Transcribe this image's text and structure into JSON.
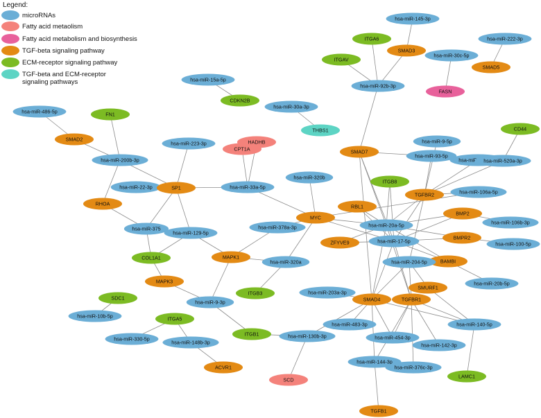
{
  "legend": {
    "title": "Legend:",
    "items": [
      {
        "label": "microRNAs",
        "cat": "mirna"
      },
      {
        "label": "Fatty acid metaolism",
        "cat": "fa"
      },
      {
        "label": "Fatty acid metabolism and biosynthesis",
        "cat": "fab"
      },
      {
        "label": "TGF-beta signaling pathway",
        "cat": "tgf"
      },
      {
        "label": "ECM-receptor signaling pathway",
        "cat": "ecm"
      },
      {
        "label": "TGF-beta and ECM-receptor",
        "label2": "signaling pathways",
        "cat": "both"
      }
    ]
  },
  "colors": {
    "mirna": "#6baed6",
    "fa": "#f4827b",
    "fab": "#e8619b",
    "tgf": "#e38a14",
    "ecm": "#7cbb23",
    "both": "#5dd4c4"
  },
  "nodes": [
    {
      "id": "hsa-miR-145-3p",
      "cat": "mirna"
    },
    {
      "id": "ITGA6",
      "cat": "ecm"
    },
    {
      "id": "SMAD3",
      "cat": "tgf"
    },
    {
      "id": "hsa-miR-30c-5p",
      "cat": "mirna"
    },
    {
      "id": "hsa-miR-222-3p",
      "cat": "mirna"
    },
    {
      "id": "SMAD5",
      "cat": "tgf"
    },
    {
      "id": "ITGAV",
      "cat": "ecm"
    },
    {
      "id": "hsa-miR-92b-3p",
      "cat": "mirna"
    },
    {
      "id": "FASN",
      "cat": "fab"
    },
    {
      "id": "hsa-miR-15a-5p",
      "cat": "mirna"
    },
    {
      "id": "CDKN2B",
      "cat": "ecm"
    },
    {
      "id": "hsa-miR-30a-3p",
      "cat": "mirna"
    },
    {
      "id": "THBS1",
      "cat": "both"
    },
    {
      "id": "hsa-miR-486-5p",
      "cat": "mirna"
    },
    {
      "id": "FN1",
      "cat": "ecm"
    },
    {
      "id": "SMAD2",
      "cat": "tgf"
    },
    {
      "id": "hsa-miR-223-3p",
      "cat": "mirna"
    },
    {
      "id": "CPT1A",
      "cat": "fa"
    },
    {
      "id": "HADHB",
      "cat": "fa"
    },
    {
      "id": "hsa-miR-200b-3p",
      "cat": "mirna"
    },
    {
      "id": "hsa-miR-22-3p",
      "cat": "mirna"
    },
    {
      "id": "SP1",
      "cat": "tgf"
    },
    {
      "id": "hsa-miR-33a-5p",
      "cat": "mirna"
    },
    {
      "id": "RHOA",
      "cat": "tgf"
    },
    {
      "id": "hsa-miR-375",
      "cat": "mirna"
    },
    {
      "id": "hsa-miR-129-5p",
      "cat": "mirna"
    },
    {
      "id": "COL1A1",
      "cat": "ecm"
    },
    {
      "id": "MAPK3",
      "cat": "tgf"
    },
    {
      "id": "MAPK1",
      "cat": "tgf"
    },
    {
      "id": "hsa-miR-9-3p",
      "cat": "mirna"
    },
    {
      "id": "SDC1",
      "cat": "ecm"
    },
    {
      "id": "hsa-miR-10b-5p",
      "cat": "mirna"
    },
    {
      "id": "ITGA5",
      "cat": "ecm"
    },
    {
      "id": "hsa-miR-330-5p",
      "cat": "mirna"
    },
    {
      "id": "hsa-miR-148b-3p",
      "cat": "mirna"
    },
    {
      "id": "ACVR1",
      "cat": "tgf"
    },
    {
      "id": "hsa-miR-320b",
      "cat": "mirna"
    },
    {
      "id": "MYC",
      "cat": "tgf"
    },
    {
      "id": "hsa-miR-378a-3p",
      "cat": "mirna"
    },
    {
      "id": "hsa-miR-320a",
      "cat": "mirna"
    },
    {
      "id": "ITGB3",
      "cat": "ecm"
    },
    {
      "id": "ITGB1",
      "cat": "ecm"
    },
    {
      "id": "hsa-miR-130b-3p",
      "cat": "mirna"
    },
    {
      "id": "SCD",
      "cat": "fa"
    },
    {
      "id": "SMAD7",
      "cat": "tgf"
    },
    {
      "id": "hsa-miR-93-5p",
      "cat": "mirna"
    },
    {
      "id": "hsa-miR-9-5p",
      "cat": "mirna"
    },
    {
      "id": "hsa-miR-196a-5p",
      "cat": "mirna"
    },
    {
      "id": "CD44",
      "cat": "ecm"
    },
    {
      "id": "hsa-miR-520a-3p",
      "cat": "mirna"
    },
    {
      "id": "ITGB8",
      "cat": "ecm"
    },
    {
      "id": "TGFBR2",
      "cat": "tgf"
    },
    {
      "id": "hsa-miR-106a-5p",
      "cat": "mirna"
    },
    {
      "id": "RBL1",
      "cat": "tgf"
    },
    {
      "id": "BMP2",
      "cat": "tgf"
    },
    {
      "id": "hsa-miR-106b-3p",
      "cat": "mirna"
    },
    {
      "id": "hsa-miR-20a-5p",
      "cat": "mirna"
    },
    {
      "id": "ZFYVE9",
      "cat": "tgf"
    },
    {
      "id": "hsa-miR-17-5p",
      "cat": "mirna"
    },
    {
      "id": "BMPR2",
      "cat": "tgf"
    },
    {
      "id": "hsa-miR-100-5p",
      "cat": "mirna"
    },
    {
      "id": "BAMBI",
      "cat": "tgf"
    },
    {
      "id": "hsa-miR-204-5p",
      "cat": "mirna"
    },
    {
      "id": "hsa-miR-20b-5p",
      "cat": "mirna"
    },
    {
      "id": "SMURF1",
      "cat": "tgf"
    },
    {
      "id": "hsa-miR-203a-3p",
      "cat": "mirna"
    },
    {
      "id": "SMAD4",
      "cat": "tgf"
    },
    {
      "id": "TGFBR1",
      "cat": "tgf"
    },
    {
      "id": "hsa-miR-140-5p",
      "cat": "mirna"
    },
    {
      "id": "hsa-miR-483-3p",
      "cat": "mirna"
    },
    {
      "id": "hsa-miR-454-3p",
      "cat": "mirna"
    },
    {
      "id": "hsa-miR-142-3p",
      "cat": "mirna"
    },
    {
      "id": "hsa-miR-144-3p",
      "cat": "mirna"
    },
    {
      "id": "hsa-miR-376c-3p",
      "cat": "mirna"
    },
    {
      "id": "LAMC1",
      "cat": "ecm"
    },
    {
      "id": "TGFB1",
      "cat": "tgf"
    }
  ],
  "edges": [
    [
      "ITGA6",
      "hsa-miR-92b-3p"
    ],
    [
      "ITGAV",
      "hsa-miR-92b-3p"
    ],
    [
      "SMAD3",
      "hsa-miR-92b-3p"
    ],
    [
      "hsa-miR-145-3p",
      "SMAD3"
    ],
    [
      "hsa-miR-92b-3p",
      "SMAD7"
    ],
    [
      "hsa-miR-30c-5p",
      "FASN"
    ],
    [
      "hsa-miR-222-3p",
      "SMAD5"
    ],
    [
      "hsa-miR-15a-5p",
      "CDKN2B"
    ],
    [
      "hsa-miR-30a-3p",
      "THBS1"
    ],
    [
      "hsa-miR-486-5p",
      "SMAD2"
    ],
    [
      "SMAD2",
      "hsa-miR-200b-3p"
    ],
    [
      "FN1",
      "hsa-miR-200b-3p"
    ],
    [
      "hsa-miR-200b-3p",
      "SP1"
    ],
    [
      "hsa-miR-200b-3p",
      "RHOA"
    ],
    [
      "hsa-miR-223-3p",
      "SP1"
    ],
    [
      "hsa-miR-22-3p",
      "SP1"
    ],
    [
      "SP1",
      "hsa-miR-33a-5p"
    ],
    [
      "SP1",
      "hsa-miR-375"
    ],
    [
      "SP1",
      "hsa-miR-129-5p"
    ],
    [
      "CPT1A",
      "hsa-miR-33a-5p"
    ],
    [
      "HADHB",
      "hsa-miR-33a-5p"
    ],
    [
      "hsa-miR-33a-5p",
      "MYC"
    ],
    [
      "RHOA",
      "hsa-miR-375"
    ],
    [
      "hsa-miR-375",
      "COL1A1"
    ],
    [
      "hsa-miR-129-5p",
      "COL1A1"
    ],
    [
      "hsa-miR-129-5p",
      "MAPK1"
    ],
    [
      "COL1A1",
      "MAPK3"
    ],
    [
      "MAPK3",
      "hsa-miR-9-3p"
    ],
    [
      "MAPK1",
      "hsa-miR-9-3p"
    ],
    [
      "MAPK1",
      "hsa-miR-378a-3p"
    ],
    [
      "MAPK1",
      "hsa-miR-320a"
    ],
    [
      "hsa-miR-9-3p",
      "ITGB1"
    ],
    [
      "SDC1",
      "hsa-miR-10b-5p"
    ],
    [
      "ITGA5",
      "hsa-miR-330-5p"
    ],
    [
      "ITGA5",
      "hsa-miR-148b-3p"
    ],
    [
      "hsa-miR-148b-3p",
      "ACVR1"
    ],
    [
      "hsa-miR-320b",
      "MYC"
    ],
    [
      "hsa-miR-378a-3p",
      "MYC"
    ],
    [
      "hsa-miR-320a",
      "MYC"
    ],
    [
      "hsa-miR-320a",
      "ITGB3"
    ],
    [
      "MYC",
      "hsa-miR-20a-5p"
    ],
    [
      "MYC",
      "hsa-miR-17-5p"
    ],
    [
      "MYC",
      "hsa-miR-106a-5p"
    ],
    [
      "ITGB1",
      "hsa-miR-130b-3p"
    ],
    [
      "hsa-miR-130b-3p",
      "SCD"
    ],
    [
      "hsa-miR-130b-3p",
      "SMAD4"
    ],
    [
      "SMAD7",
      "hsa-miR-93-5p"
    ],
    [
      "SMAD7",
      "hsa-miR-20a-5p"
    ],
    [
      "SMAD7",
      "hsa-miR-17-5p"
    ],
    [
      "SMAD7",
      "SMAD4"
    ],
    [
      "hsa-miR-93-5p",
      "TGFBR2"
    ],
    [
      "hsa-miR-9-5p",
      "TGFBR2"
    ],
    [
      "hsa-miR-196a-5p",
      "TGFBR2"
    ],
    [
      "hsa-miR-520a-3p",
      "TGFBR2"
    ],
    [
      "CD44",
      "hsa-miR-520a-3p"
    ],
    [
      "ITGB8",
      "hsa-miR-20a-5p"
    ],
    [
      "ITGB8",
      "hsa-miR-17-5p"
    ],
    [
      "TGFBR2",
      "hsa-miR-106a-5p"
    ],
    [
      "TGFBR2",
      "hsa-miR-20a-5p"
    ],
    [
      "TGFBR2",
      "hsa-miR-17-5p"
    ],
    [
      "TGFBR2",
      "hsa-miR-204-5p"
    ],
    [
      "RBL1",
      "hsa-miR-20a-5p"
    ],
    [
      "RBL1",
      "hsa-miR-17-5p"
    ],
    [
      "hsa-miR-20a-5p",
      "ZFYVE9"
    ],
    [
      "hsa-miR-17-5p",
      "ZFYVE9"
    ],
    [
      "hsa-miR-20a-5p",
      "BMP2"
    ],
    [
      "hsa-miR-17-5p",
      "BMP2"
    ],
    [
      "BMP2",
      "hsa-miR-106b-3p"
    ],
    [
      "hsa-miR-20a-5p",
      "BMPR2"
    ],
    [
      "hsa-miR-17-5p",
      "BMPR2"
    ],
    [
      "BMPR2",
      "hsa-miR-100-5p"
    ],
    [
      "hsa-miR-20a-5p",
      "BAMBI"
    ],
    [
      "hsa-miR-17-5p",
      "BAMBI"
    ],
    [
      "BAMBI",
      "hsa-miR-20b-5p"
    ],
    [
      "hsa-miR-20a-5p",
      "SMAD4"
    ],
    [
      "hsa-miR-17-5p",
      "SMAD4"
    ],
    [
      "hsa-miR-20a-5p",
      "TGFBR1"
    ],
    [
      "hsa-miR-17-5p",
      "TGFBR1"
    ],
    [
      "hsa-miR-204-5p",
      "SMAD4"
    ],
    [
      "hsa-miR-204-5p",
      "TGFBR1"
    ],
    [
      "hsa-miR-204-5p",
      "SMURF1"
    ],
    [
      "hsa-miR-203a-3p",
      "SMAD4"
    ],
    [
      "SMAD4",
      "hsa-miR-483-3p"
    ],
    [
      "SMAD4",
      "hsa-miR-454-3p"
    ],
    [
      "SMAD4",
      "hsa-miR-144-3p"
    ],
    [
      "SMAD4",
      "hsa-miR-140-5p"
    ],
    [
      "SMURF1",
      "hsa-miR-140-5p"
    ],
    [
      "TGFBR1",
      "hsa-miR-140-5p"
    ],
    [
      "TGFBR1",
      "hsa-miR-142-3p"
    ],
    [
      "TGFBR1",
      "hsa-miR-376c-3p"
    ],
    [
      "TGFBR1",
      "hsa-miR-454-3p"
    ],
    [
      "TGFBR1",
      "hsa-miR-144-3p"
    ],
    [
      "hsa-miR-140-5p",
      "LAMC1"
    ],
    [
      "hsa-miR-144-3p",
      "TGFB1"
    ]
  ]
}
